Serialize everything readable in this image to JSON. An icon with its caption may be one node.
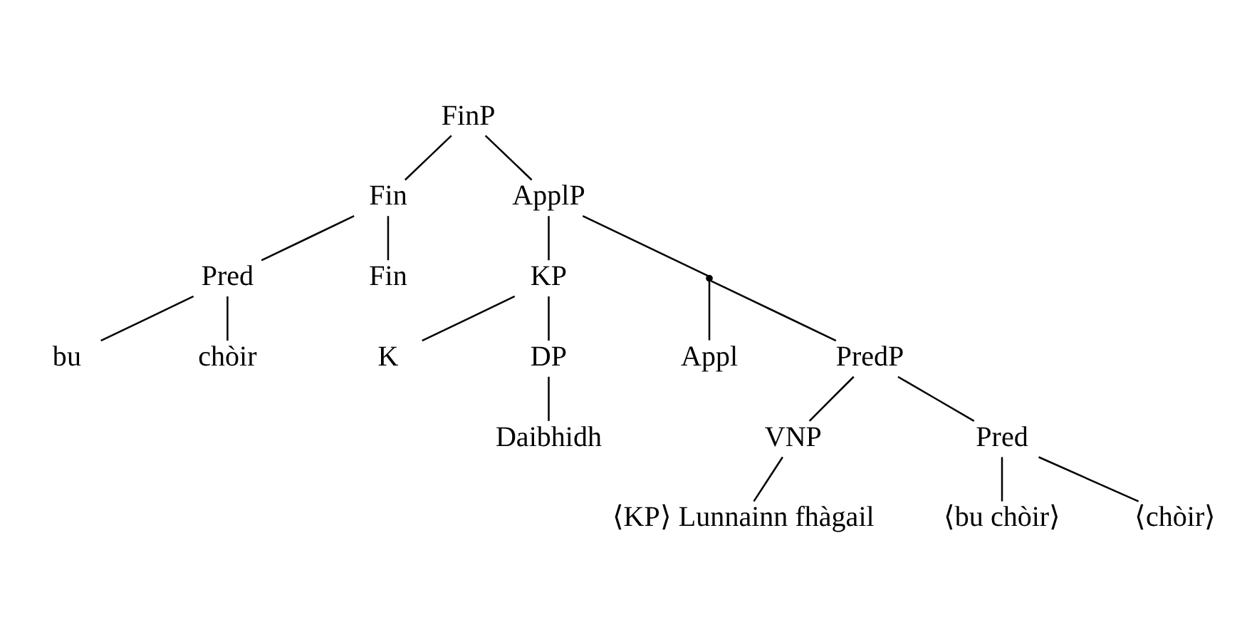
{
  "diagram": {
    "nodes": [
      {
        "text": [
          "FinP"
        ]
      },
      {
        "text": [
          "Fin"
        ]
      },
      {
        "text": [
          "ApplP"
        ]
      },
      {
        "text": [
          "Pred"
        ]
      },
      {
        "text": [
          "Fin"
        ]
      },
      {
        "text": [
          "bu"
        ]
      },
      {
        "text": [
          "chòir"
        ]
      },
      {
        "text": [
          "KP"
        ]
      },
      {
        "text": [],
        "shape": "point"
      },
      {
        "text": [
          "K"
        ]
      },
      {
        "text": [
          "DP"
        ]
      },
      {
        "text": [
          "Appl"
        ]
      },
      {
        "text": [
          "PredP"
        ]
      },
      {
        "text": [
          "Daibhidh"
        ]
      },
      {
        "text": [
          "VNP"
        ]
      },
      {
        "text": [
          "Pred"
        ]
      },
      {
        "text": [
          "⟨KP⟩ Lunnainn fhàgail"
        ]
      },
      {
        "text": [
          "⟨bu chòir⟩"
        ]
      },
      {
        "text": [
          "⟨chòir⟩"
        ]
      }
    ],
    "edges": [
      {
        "from": 0,
        "to": 1,
        "arrow": "none"
      },
      {
        "from": 0,
        "to": 2,
        "arrow": "none"
      },
      {
        "from": 1,
        "to": 3,
        "arrow": "none"
      },
      {
        "from": 1,
        "to": 4,
        "arrow": "none"
      },
      {
        "from": 3,
        "to": 5,
        "arrow": "none"
      },
      {
        "from": 3,
        "to": 6,
        "arrow": "none"
      },
      {
        "from": 2,
        "to": 7,
        "arrow": "none"
      },
      {
        "from": 2,
        "to": 8,
        "arrow": "none"
      },
      {
        "from": 7,
        "to": 9,
        "arrow": "none"
      },
      {
        "from": 7,
        "to": 10,
        "arrow": "none"
      },
      {
        "from": 8,
        "to": 11,
        "arrow": "none"
      },
      {
        "from": 8,
        "to": 12,
        "arrow": "none"
      },
      {
        "from": 10,
        "to": 13,
        "arrow": "none"
      },
      {
        "from": 12,
        "to": 14,
        "arrow": "none"
      },
      {
        "from": 12,
        "to": 15,
        "arrow": "none"
      },
      {
        "from": 14,
        "to": 16,
        "arrow": "none"
      },
      {
        "from": 15,
        "to": 17,
        "arrow": "none"
      },
      {
        "from": 15,
        "to": 18,
        "arrow": "none"
      }
    ]
  }
}
